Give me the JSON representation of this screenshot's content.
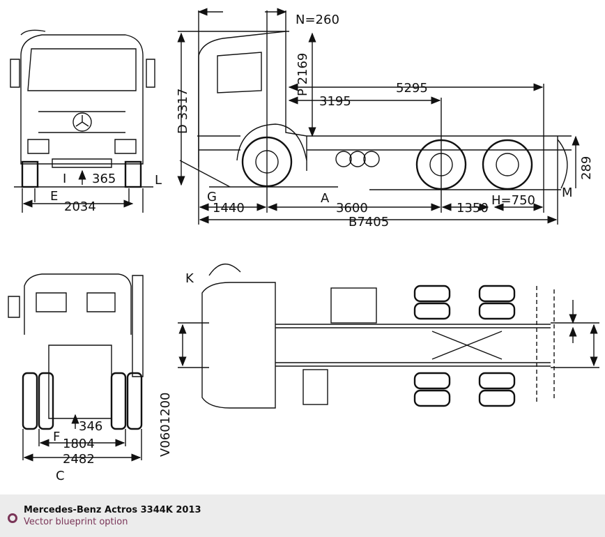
{
  "drawing": {
    "side_labels": {
      "n": "N=260",
      "p": "P 2169",
      "d": "D 3317",
      "l": "L",
      "g": "G",
      "a": "A",
      "m": "M",
      "h": "H=750",
      "d5295": "5295",
      "d3195": "3195",
      "d1440": "1440",
      "d3600": "3600",
      "d1350": "1350",
      "b": "B7405",
      "d289": "289"
    },
    "front_labels": {
      "i": "I",
      "d365": "365",
      "e": "E",
      "d2034": "2034"
    },
    "rear_labels": {
      "d346": "346",
      "f": "F",
      "d1804": "1804",
      "d2482": "2482",
      "c": "C",
      "code": "V0601200"
    },
    "top_labels": {
      "k": "K"
    }
  },
  "footer": {
    "title": "Mercedes-Benz Actros 3344K 2013",
    "subtitle": "Vector blueprint option",
    "accent": "#7a3558",
    "icon": "circle-bullet-icon"
  }
}
